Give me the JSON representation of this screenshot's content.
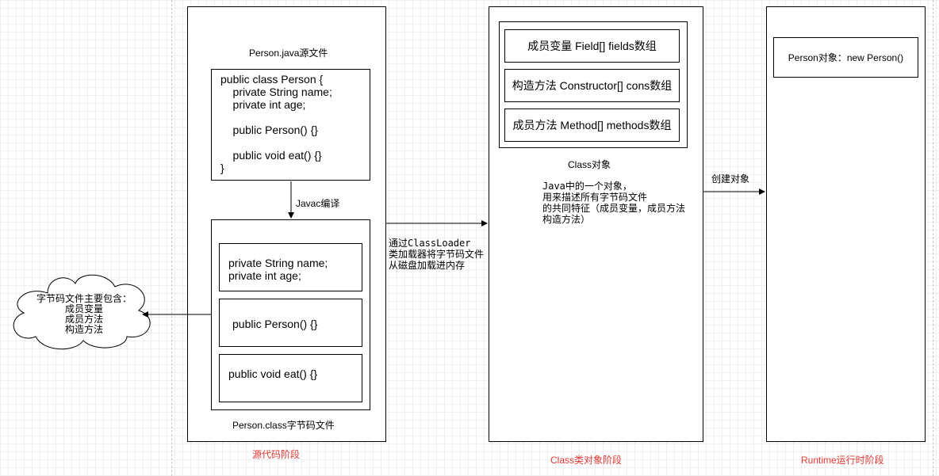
{
  "source_stage": {
    "java_file_title": "Person.java源文件",
    "java_code": "public class Person {\n    private String name;\n    private int age;\n\n    public Person() {}\n\n    public void eat() {}\n}",
    "compile_label": "Javac编译",
    "class_fields": "private String name;\nprivate int age;",
    "class_constructor": "public Person() {}",
    "class_method": "public void eat() {}",
    "class_file_title": "Person.class字节码文件",
    "stage_label": "源代码阶段"
  },
  "cloud": {
    "text": "字节码文件主要包含：\n成员变量\n成员方法\n构造方法"
  },
  "loader": {
    "text": "通过ClassLoader\n类加载器将字节码文件\n从磁盘加载进内存"
  },
  "class_stage": {
    "fields_box": "成员变量 Field[] fields数组",
    "constructors_box": "构造方法 Constructor[] cons数组",
    "methods_box": "成员方法 Method[] methods数组",
    "class_object_title": "Class对象",
    "description": "Java中的一个对象，\n用来描述所有字节码文件\n的共同特征（成员变量，成员方法\n构造方法）",
    "stage_label": "Class类对象阶段"
  },
  "create_label": "创建对象",
  "runtime_stage": {
    "object_box": "Person对象：new Person()",
    "stage_label": "Runtime运行时阶段"
  },
  "colors": {
    "stage_label": "#e53935",
    "stroke": "#000000",
    "grid": "#efefef"
  }
}
